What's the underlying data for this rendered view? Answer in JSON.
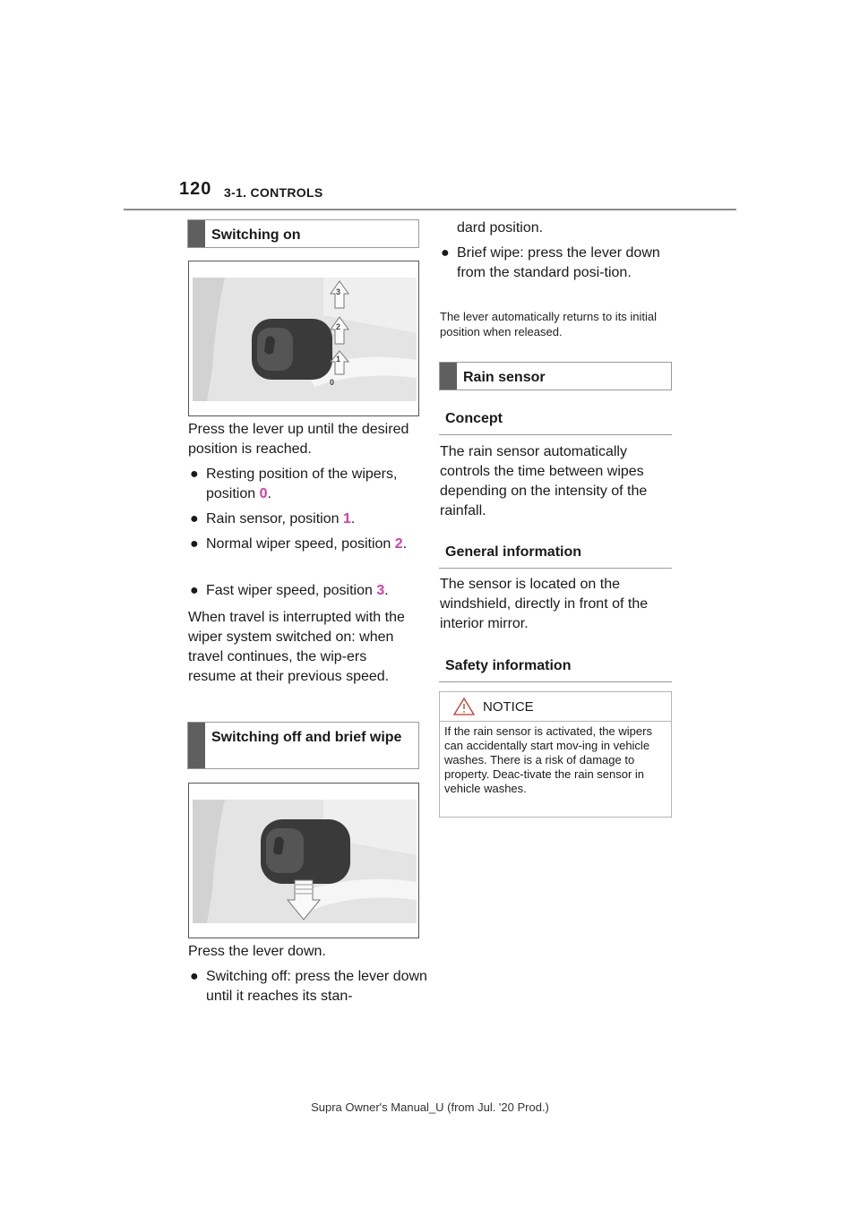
{
  "header": {
    "page_number": "120",
    "chapter": "3-1. CONTROLS"
  },
  "left_column": {
    "switching_on_heading": "Switching on",
    "figure1_labels": [
      "3",
      "2",
      "1",
      "0"
    ],
    "p1": "Press the lever up until the desired position is reached.",
    "bullets": [
      {
        "text": "Resting position of the wipers, position ",
        "pos": "0",
        "end": "."
      },
      {
        "text": "Rain sensor, position ",
        "pos": "1",
        "end": "."
      },
      {
        "text": "Normal wiper speed, position ",
        "pos": "2",
        "end": "."
      },
      {
        "text": "Fast wiper speed, position ",
        "pos": "3",
        "end": "."
      }
    ],
    "p2": "When travel is interrupted with the wiper system switched on: when travel continues, the wip-ers resume at their previous speed.",
    "switching_off_heading": "Switching off and brief wipe",
    "p3": "Press the lever down.",
    "bullet_off": "Switching off: press the lever down until it reaches its stan-"
  },
  "right_column": {
    "cont": "dard position.",
    "bullet_brief": "Brief wipe: press the lever down from the standard posi-tion.",
    "small_note": "The lever automatically returns to its initial position when released.",
    "rain_sensor_heading": "Rain sensor",
    "concept_heading": "Concept",
    "concept_text": "The rain sensor automatically controls the time between wipes depending on the intensity of the rainfall.",
    "general_heading": "General information",
    "general_text": "The sensor is located on the windshield, directly in front of the interior mirror.",
    "safety_heading": "Safety information",
    "notice_title": "NOTICE",
    "notice_text": "If the rain sensor is activated, the wipers can accidentally start mov-ing in vehicle washes. There is a risk of damage to property. Deac-tivate the rain sensor in vehicle washes."
  },
  "footer": "Supra Owner's Manual_U (from Jul. '20 Prod.)",
  "colors": {
    "position_accent": "#d13fa8",
    "heading_bar": "#5f5f5f"
  }
}
